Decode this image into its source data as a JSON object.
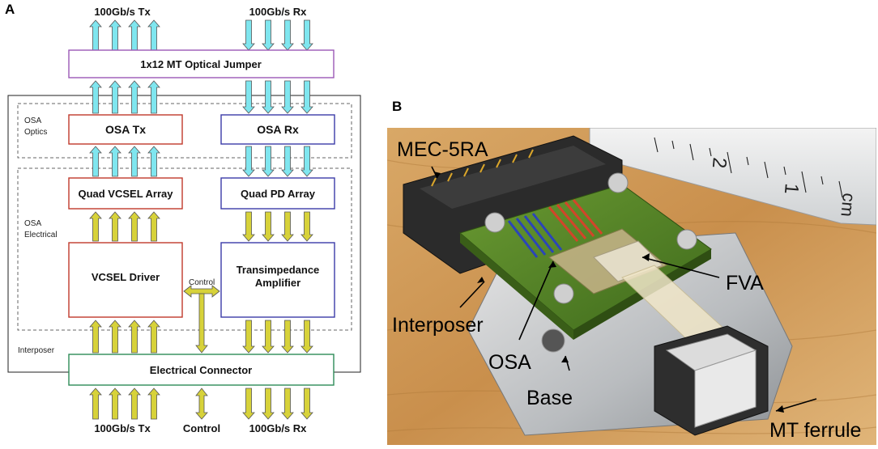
{
  "panels": {
    "a": "A",
    "b": "B"
  },
  "diagram": {
    "top_tx": "100Gb/s Tx",
    "top_rx": "100Gb/s Rx",
    "jumper": "1x12 MT Optical Jumper",
    "osa_optics_line1": "OSA",
    "osa_optics_line2": "Optics",
    "osa_tx": "OSA Tx",
    "osa_rx": "OSA Rx",
    "vcsel_array": "Quad VCSEL Array",
    "pd_array": "Quad PD Array",
    "osa_electrical_line1": "OSA",
    "osa_electrical_line2": "Electrical",
    "vcsel_driver": "VCSEL Driver",
    "tia_line1": "Transimpedance",
    "tia_line2": "Amplifier",
    "control_inner": "Control",
    "interposer": "Interposer",
    "connector": "Electrical Connector",
    "bottom_tx": "100Gb/s Tx",
    "bottom_control": "Control",
    "bottom_rx": "100Gb/s Rx"
  },
  "photo": {
    "mec": "MEC-5RA",
    "interposer": "Interposer",
    "osa": "OSA",
    "base": "Base",
    "fva": "FVA",
    "mt_ferrule": "MT ferrule",
    "ruler_1": "1",
    "ruler_2": "2",
    "ruler_cm": "cm"
  },
  "colors": {
    "optical_arrow": "#7fe6ef",
    "electrical_arrow": "#d7d23a",
    "tx_border": "#c0392b",
    "rx_border": "#3b3ba8",
    "jumper_border": "#9b59b6",
    "connector_border": "#2e8b57"
  }
}
